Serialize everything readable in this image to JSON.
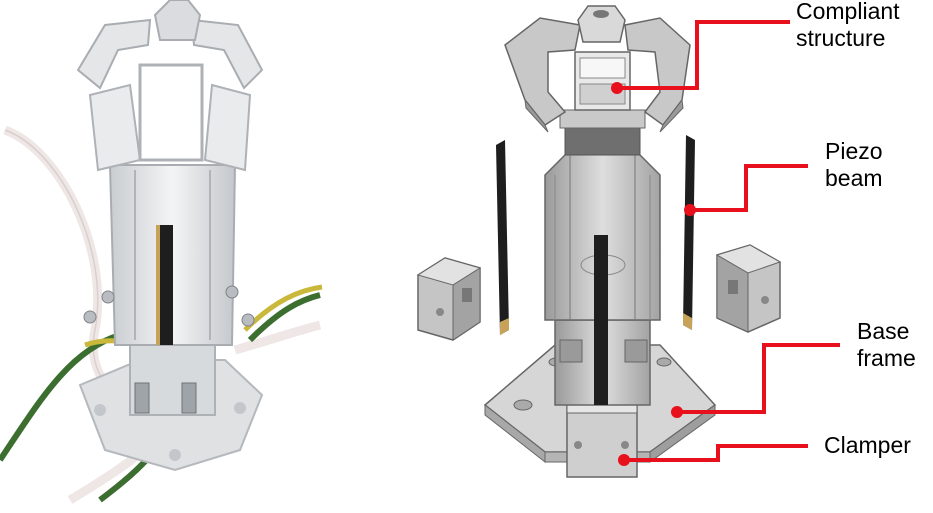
{
  "labels": {
    "compliant": [
      "Compliant",
      "structure"
    ],
    "piezo": [
      "Piezo",
      "beam"
    ],
    "base": [
      "Base",
      "frame"
    ],
    "clamper": [
      "Clamper"
    ]
  },
  "colors": {
    "callout": "#e8101c",
    "metal_light": "#d9d9d9",
    "metal_mid": "#b8b8b8",
    "metal_dark": "#8c8c8c",
    "piezo": "#1e1e1e",
    "acrylic": "#e4e6e8",
    "wire_green": "#3b6e2f",
    "wire_yellow": "#c9b83a",
    "wire_white": "#efe6e6"
  }
}
